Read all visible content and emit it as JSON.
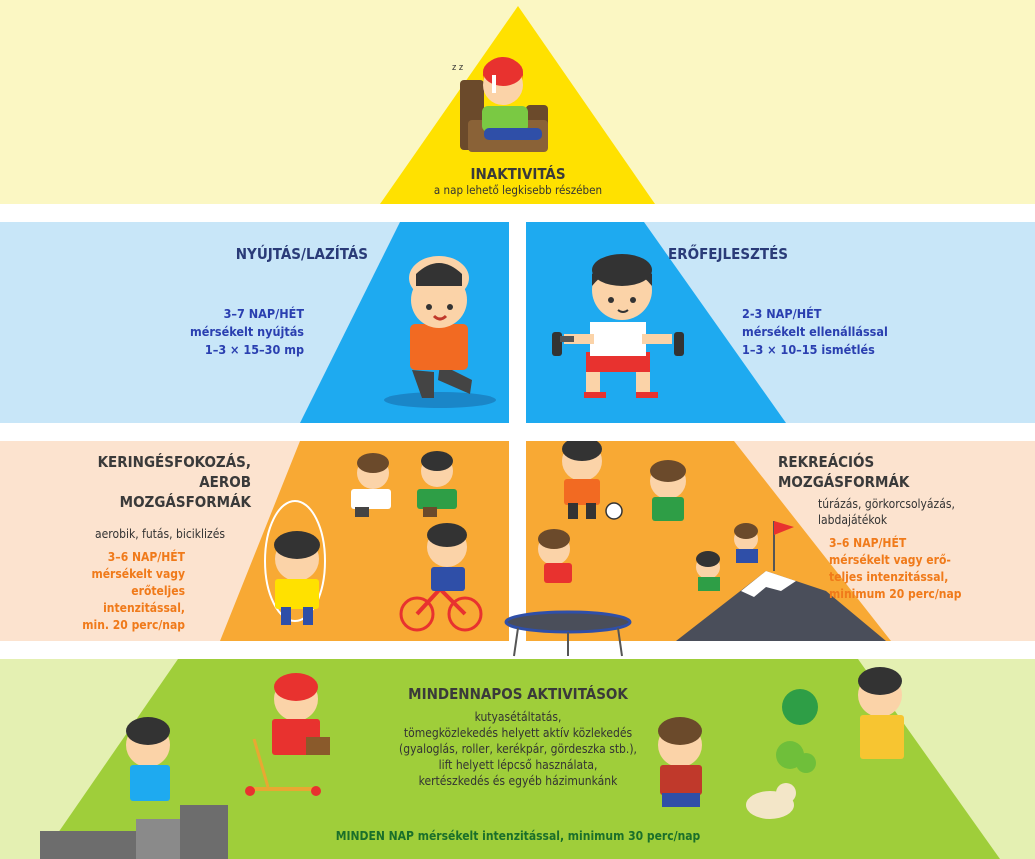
{
  "top": {
    "title": "INAKTIVITÁS",
    "subtitle": "a nap lehető legkisebb részében"
  },
  "stretch": {
    "title": "NYÚJTÁS/LAZÍTÁS",
    "freq": "3–7 NAP/HÉT",
    "detail1": "mérsékelt nyújtás",
    "detail2": "1–3 × 15–30 mp"
  },
  "strength": {
    "title": "ERŐFEJLESZTÉS",
    "freq": "2-3 NAP/HÉT",
    "detail1": "mérsékelt ellenállással",
    "detail2": "1–3 × 10–15 ismétlés"
  },
  "aerobic": {
    "title1": "KERINGÉSFOKOZÁS,",
    "title2": "AEROB",
    "title3": "MOZGÁSFORMÁK",
    "examples": "aerobik, futás, biciklizés",
    "d1": "3–6 NAP/HÉT",
    "d2": "mérsékelt vagy",
    "d3": "erőteljes",
    "d4": "intenzitással,",
    "d5": "min. 20 perc/nap"
  },
  "recreation": {
    "title1": "REKREÁCIÓS",
    "title2": "MOZGÁSFORMÁK",
    "ex1": "túrázás, görkorcsolyázás,",
    "ex2": "labdajátékok",
    "d1": "3–6 NAP/HÉT",
    "d2": "mérsékelt vagy erő-",
    "d3": "teljes intenzitással,",
    "d4": "minimum 20 perc/nap"
  },
  "daily": {
    "title": "MINDENNAPOS AKTIVITÁSOK",
    "l1": "kutyasétáltatás,",
    "l2": "tömegközlekedés helyett aktív közlekedés",
    "l3": "(gyaloglás, roller, kerékpár, gördeszka stb.),",
    "l4": "lift helyett lépcső használata,",
    "l5": "kertészkedés és egyéb házimunkánk",
    "footer": "MINDEN NAP mérsékelt intenzitással, minimum 30 perc/nap"
  },
  "colors": {
    "top_bg": "#fbf7c3",
    "top_tri": "#ffe100",
    "blue_bg": "#c8e6f8",
    "blue_tri": "#1eaaf0",
    "orange_bg": "#fce3cf",
    "orange_tri": "#f8a934",
    "green_bg": "#e4f0b2",
    "green_tri": "#9fce3a",
    "orange_text": "#f07a1a",
    "blue_text": "#2a3fb0"
  }
}
